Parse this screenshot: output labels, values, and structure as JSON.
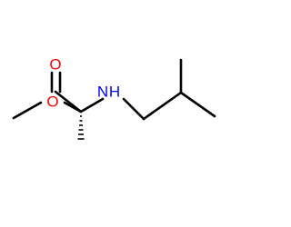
{
  "molecule": {
    "atoms": [
      {
        "id": "methyl-ester",
        "label": ""
      },
      {
        "id": "o-ether",
        "label": "O",
        "color": "#ff0000"
      },
      {
        "id": "c-carbonyl",
        "label": ""
      },
      {
        "id": "o-carbonyl",
        "label": "O",
        "color": "#ff0000"
      },
      {
        "id": "c-alpha",
        "label": ""
      },
      {
        "id": "c-methyl",
        "label": ""
      },
      {
        "id": "n-amine",
        "label": "N",
        "color": "#0000ff"
      },
      {
        "id": "h-amine",
        "label": "H",
        "color": "#0000ff"
      },
      {
        "id": "c-ch2",
        "label": ""
      },
      {
        "id": "c-ch",
        "label": ""
      },
      {
        "id": "c-me-top",
        "label": ""
      },
      {
        "id": "c-me-right",
        "label": ""
      }
    ],
    "bond_color": "#000000",
    "hetero_colors": {
      "oxygen": "#ff0000",
      "nitrogen": "#0000ff"
    }
  }
}
